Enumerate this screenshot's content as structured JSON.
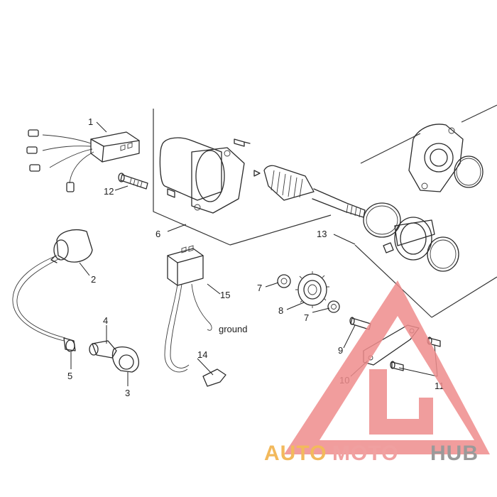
{
  "diagram": {
    "callouts": [
      {
        "id": "1",
        "label": "1"
      },
      {
        "id": "2",
        "label": "2"
      },
      {
        "id": "3",
        "label": "3"
      },
      {
        "id": "4",
        "label": "4"
      },
      {
        "id": "5",
        "label": "5"
      },
      {
        "id": "6",
        "label": "6"
      },
      {
        "id": "7a",
        "label": "7"
      },
      {
        "id": "7b",
        "label": "7"
      },
      {
        "id": "8",
        "label": "8"
      },
      {
        "id": "9",
        "label": "9"
      },
      {
        "id": "10",
        "label": "10"
      },
      {
        "id": "11",
        "label": "11"
      },
      {
        "id": "12",
        "label": "12"
      },
      {
        "id": "13",
        "label": "13"
      },
      {
        "id": "14",
        "label": "14"
      },
      {
        "id": "15",
        "label": "15"
      }
    ],
    "annotation_ground": "ground"
  },
  "watermark": {
    "part1": "AUTO",
    "part2": "MOTO",
    "part3": "HUB",
    "colors": {
      "part1": "#f2b95c",
      "part2": "#f0a0a0",
      "part3": "#9a9a9a",
      "logo": "#ee8c8c"
    }
  }
}
